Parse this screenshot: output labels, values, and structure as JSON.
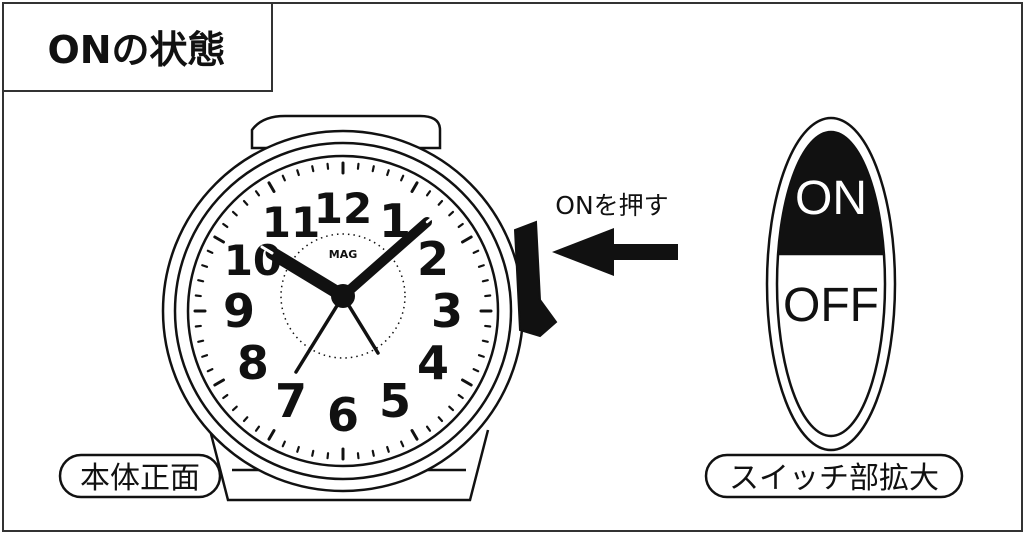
{
  "title": "ONの状態",
  "clock": {
    "brand": "MAG",
    "numerals": [
      "12",
      "1",
      "2",
      "3",
      "4",
      "5",
      "6",
      "7",
      "8",
      "9",
      "10",
      "11"
    ]
  },
  "arrow_label": "ONを押す",
  "switch": {
    "on_label": "ON",
    "off_label": "OFF"
  },
  "captions": {
    "front": "本体正面",
    "switch_zoom": "スイッチ部拡大"
  },
  "colors": {
    "line": "#111111",
    "background": "#ffffff"
  }
}
